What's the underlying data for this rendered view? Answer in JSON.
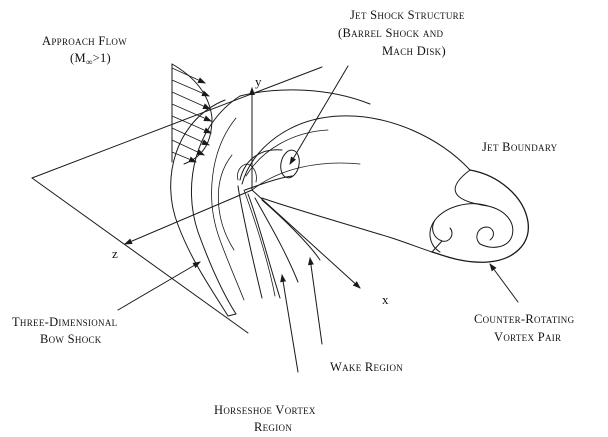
{
  "labels": {
    "approach_flow_1": "Approach Flow",
    "approach_flow_2_pre": "(M",
    "approach_flow_2_sub": "∞",
    "approach_flow_2_post": ">1)",
    "jet_shock_1": "Jet Shock Structure",
    "jet_shock_2": "(Barrel Shock and",
    "jet_shock_3": "Mach Disk)",
    "jet_boundary": "Jet Boundary",
    "counter_rotating_1": "Counter-Rotating",
    "counter_rotating_2": "Vortex Pair",
    "bow_shock_1": "Three-Dimensional",
    "bow_shock_2": "Bow Shock",
    "wake_region": "Wake Region",
    "horseshoe_1": "Horseshoe Vortex",
    "horseshoe_2": "Region"
  },
  "axes": {
    "x": "x",
    "y": "y",
    "z": "z"
  },
  "colors": {
    "ink": "#1a1a1a",
    "background": "#ffffff"
  }
}
